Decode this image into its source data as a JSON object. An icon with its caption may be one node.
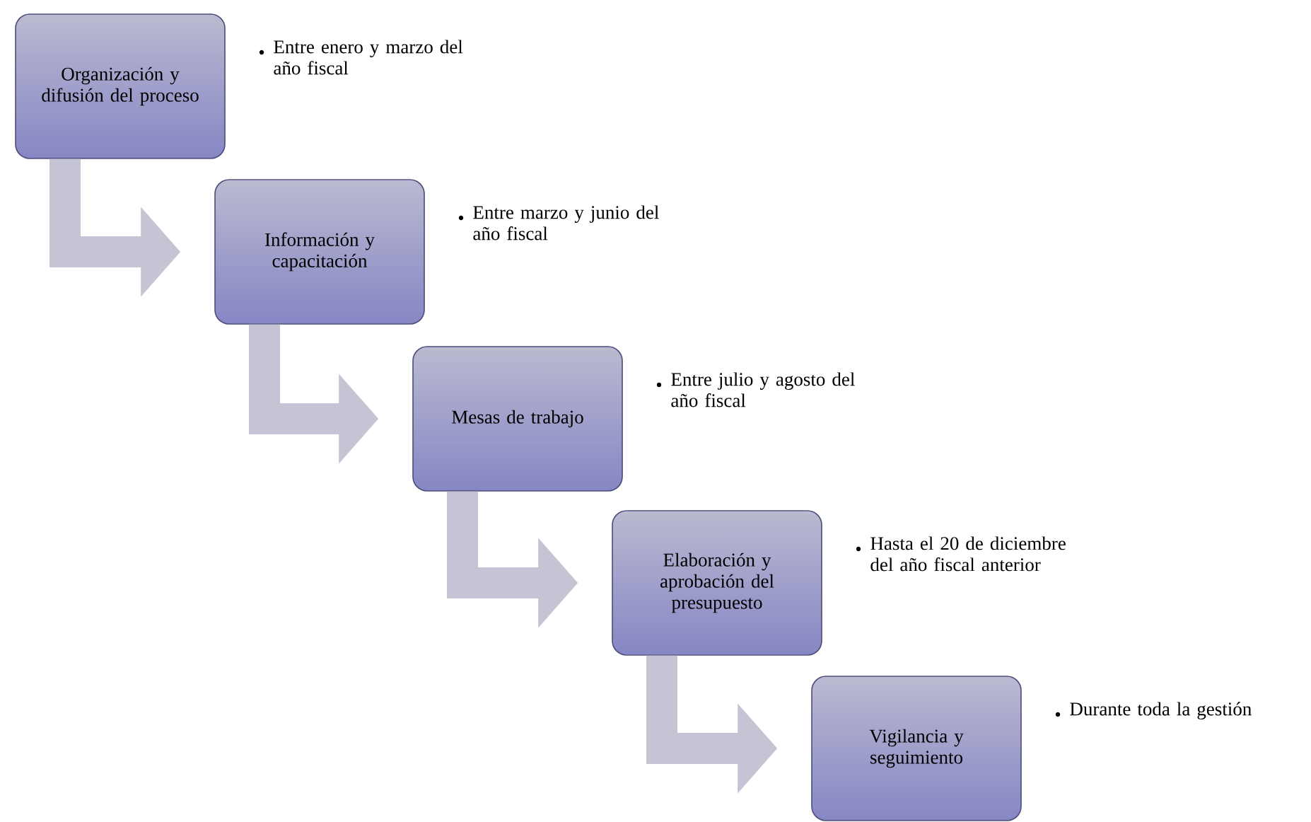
{
  "diagram": {
    "nodes": [
      {
        "text": [
          "Organización y difusión del proceso"
        ],
        "beside": [
          "Entre enero y marzo del año fiscal"
        ]
      },
      {
        "text": [
          "Información y capacitación"
        ],
        "beside": [
          "Entre marzo y junio del año fiscal"
        ]
      },
      {
        "text": [
          "Mesas de trabajo"
        ],
        "beside": [
          "Entre julio y agosto del año fiscal"
        ]
      },
      {
        "text": [
          "Elaboración y aprobación del presupuesto"
        ],
        "beside": [
          "Hasta el 20 de diciembre del año fiscal anterior"
        ]
      },
      {
        "text": [
          "Vigilancia y seguimiento"
        ],
        "beside": [
          "Durante toda la gestión"
        ]
      }
    ],
    "edges": [
      {
        "from": 0,
        "to": 1,
        "arrow": "to"
      },
      {
        "from": 1,
        "to": 2,
        "arrow": "to"
      },
      {
        "from": 2,
        "to": 3,
        "arrow": "to"
      },
      {
        "from": 3,
        "to": 4,
        "arrow": "to"
      }
    ]
  }
}
